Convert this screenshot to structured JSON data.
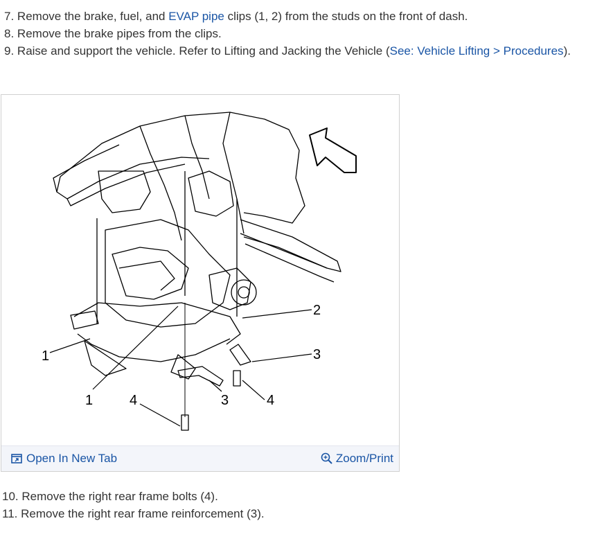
{
  "steps_top": [
    {
      "number": "7.",
      "text_before": "Remove the brake, fuel, and ",
      "link": "EVAP pipe",
      "text_after": " clips (1, 2) from the studs on the front of dash."
    },
    {
      "number": "8.",
      "text": "Remove the brake pipes from the clips."
    },
    {
      "number": "9.",
      "text_before": "Raise and support the vehicle. Refer to Lifting and Jacking the Vehicle (",
      "link": "See: Vehicle Lifting > Procedures",
      "text_after": ")."
    }
  ],
  "figure": {
    "callouts": [
      "1",
      "1",
      "2",
      "3",
      "3",
      "4",
      "4"
    ],
    "footer": {
      "open_tab_label": "Open In New Tab",
      "zoom_label": "Zoom/Print"
    }
  },
  "steps_bottom": [
    {
      "number": "10.",
      "text": "Remove the right rear frame bolts (4)."
    },
    {
      "number": "11.",
      "text": "Remove the right rear frame reinforcement (3)."
    }
  ],
  "colors": {
    "link": "#1a55a5",
    "text": "#333333",
    "footer_bg": "#f3f5fa"
  }
}
